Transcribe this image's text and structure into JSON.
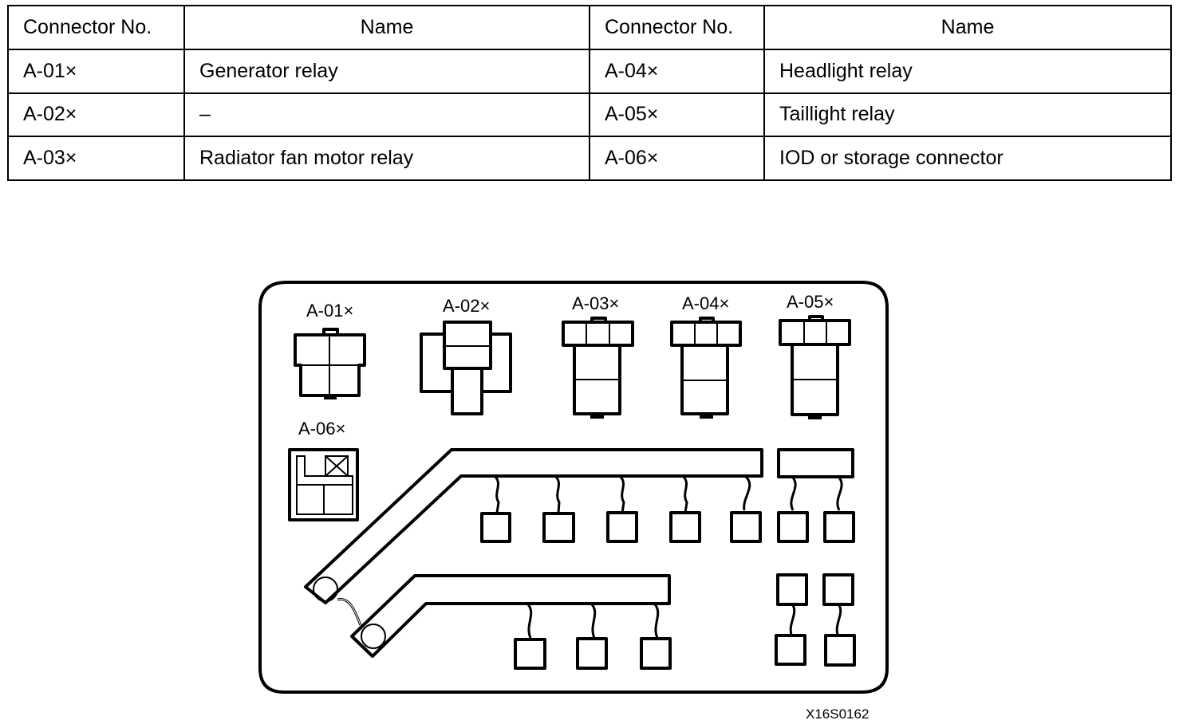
{
  "table": {
    "headers": [
      "Connector No.",
      "Name",
      "Connector No.",
      "Name"
    ],
    "rows": [
      {
        "left_no": "A-01×",
        "left_name": "Generator relay",
        "right_no": "A-04×",
        "right_name": "Headlight relay"
      },
      {
        "left_no": "A-02×",
        "left_name": "–",
        "right_no": "A-05×",
        "right_name": "Taillight relay"
      },
      {
        "left_no": "A-03×",
        "left_name": "Radiator fan motor relay",
        "right_no": "A-06×",
        "right_name": "IOD or storage connector"
      }
    ]
  },
  "diagram": {
    "labels": {
      "a01": "A-01×",
      "a02": "A-02×",
      "a03": "A-03×",
      "a04": "A-04×",
      "a05": "A-05×",
      "a06": "A-06×"
    },
    "figure_code": "X16S0162"
  }
}
